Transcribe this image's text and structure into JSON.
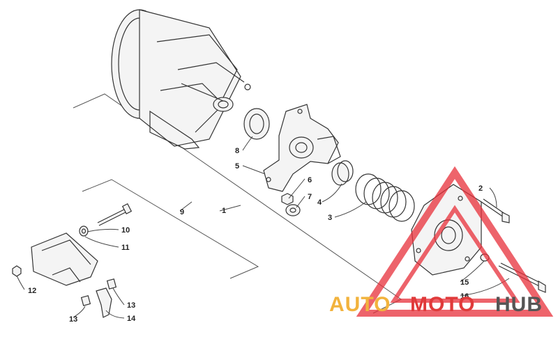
{
  "diagram": {
    "labels": {
      "p1": "1",
      "p2": "2",
      "p3": "3",
      "p4": "4",
      "p5": "5",
      "p6": "6",
      "p7": "7",
      "p8": "8",
      "p9": "9",
      "p10": "10",
      "p11": "11",
      "p12": "12",
      "p13a": "13",
      "p13b": "13",
      "p14": "14",
      "p15": "15",
      "p16": "16"
    }
  },
  "watermark": {
    "word_auto": "AUTO",
    "word_moto": "MOTO",
    "word_hub": "HUB",
    "color_auto": "#f2b33d",
    "color_moto": "#e03a3a",
    "color_hub": "#555555",
    "logo_color": "#e8303a"
  }
}
